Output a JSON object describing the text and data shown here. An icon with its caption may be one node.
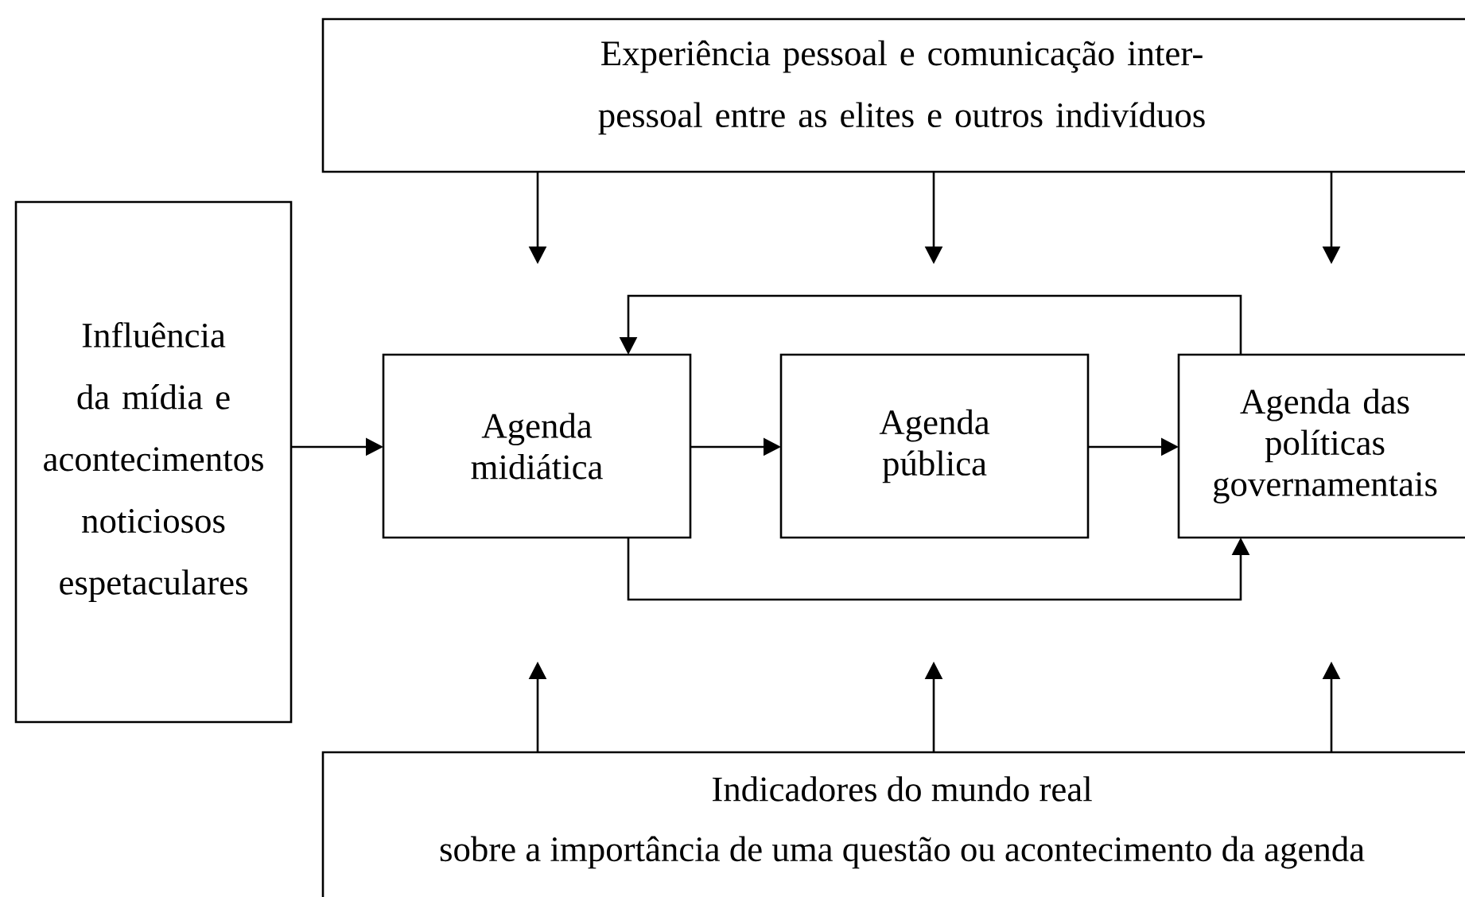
{
  "diagram": {
    "nodes": [
      {
        "text": [
          "Experiência pessoal e comunicação inter-pessoal entre as elites e outros indivíduos"
        ]
      },
      {
        "text": [
          "Influência da mídia e acontecimentos noticiosos espetaculares"
        ]
      },
      {
        "text": [
          "Agenda midiática"
        ]
      },
      {
        "text": [
          "Agenda pública"
        ]
      },
      {
        "text": [
          "Agenda das políticas governamentais"
        ]
      },
      {
        "text": [
          "Indicadores do mundo real",
          "sobre a importância de uma questão ou acontecimento da agenda"
        ]
      }
    ],
    "edges": [
      {
        "from": 0,
        "to": null,
        "arrow": "to"
      },
      {
        "from": 0,
        "to": null,
        "arrow": "to"
      },
      {
        "from": 0,
        "to": null,
        "arrow": "to"
      },
      {
        "from": 1,
        "to": 2,
        "arrow": "to"
      },
      {
        "from": 2,
        "to": 3,
        "arrow": "to"
      },
      {
        "from": 3,
        "to": 4,
        "arrow": "to"
      },
      {
        "from": 4,
        "to": 2,
        "arrow": "to"
      },
      {
        "from": 2,
        "to": 4,
        "arrow": "to"
      },
      {
        "from": 5,
        "to": null,
        "arrow": "to"
      },
      {
        "from": 5,
        "to": null,
        "arrow": "to"
      },
      {
        "from": 5,
        "to": null,
        "arrow": "to"
      }
    ]
  }
}
